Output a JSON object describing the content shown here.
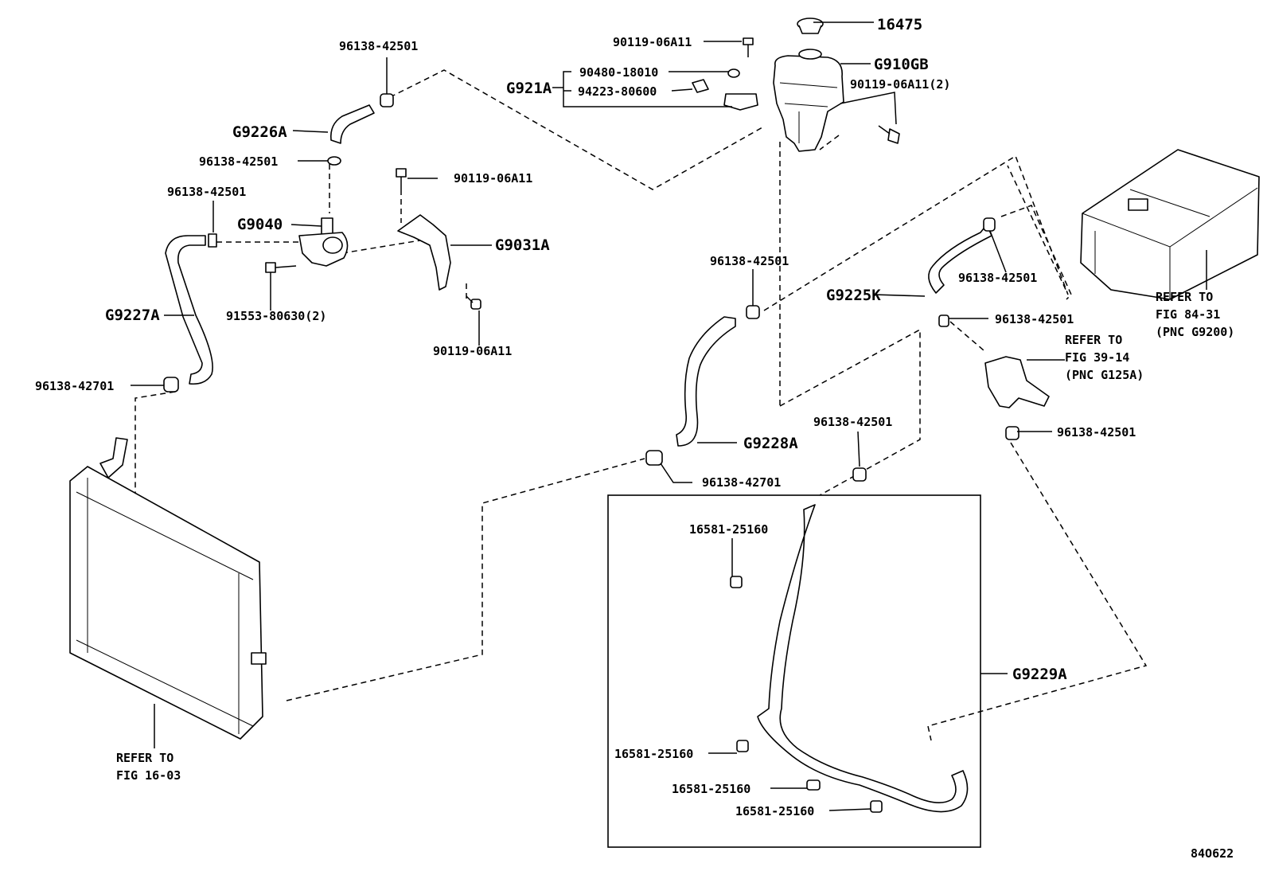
{
  "labels": {
    "p16475": "16475",
    "p90119_top": "90119-06A11",
    "p90480": "90480-18010",
    "p94223": "94223-80600",
    "g921a": "G921A",
    "g910gb": "G910GB",
    "p90119_2": "90119-06A11(2)",
    "c_top": "96138-42501",
    "g9226a": "G9226A",
    "c_pump_top": "96138-42501",
    "c_left": "96138-42501",
    "g9040": "G9040",
    "p90119_bracket_top": "90119-06A11",
    "g9031a": "G9031A",
    "g9227a": "G9227A",
    "p91553": "91553-80630(2)",
    "p90119_bracket_bot": "90119-06A11",
    "c_42701_left": "96138-42701",
    "refer_rad_1": "REFER TO",
    "refer_rad_2": "FIG 16-03",
    "c_g9228_top": "96138-42501",
    "g9228a": "G9228A",
    "c_42701_mid": "96138-42701",
    "g9225k": "G9225K",
    "c_inv_right": "96138-42501",
    "c_inv_mid": "96138-42501",
    "refer_inv_1": "REFER TO",
    "refer_inv_2": "FIG 84-31",
    "refer_inv_3": "(PNC G9200)",
    "refer_pipe_1": "REFER TO",
    "refer_pipe_2": "FIG 39-14",
    "refer_pipe_3": "(PNC G125A)",
    "c_pipe_bot": "96138-42501",
    "c_box_top": "96138-42501",
    "clip1": "16581-25160",
    "clip2": "16581-25160",
    "clip3": "16581-25160",
    "clip4": "16581-25160",
    "g9229a": "G9229A",
    "diagram_id": "84O622"
  }
}
